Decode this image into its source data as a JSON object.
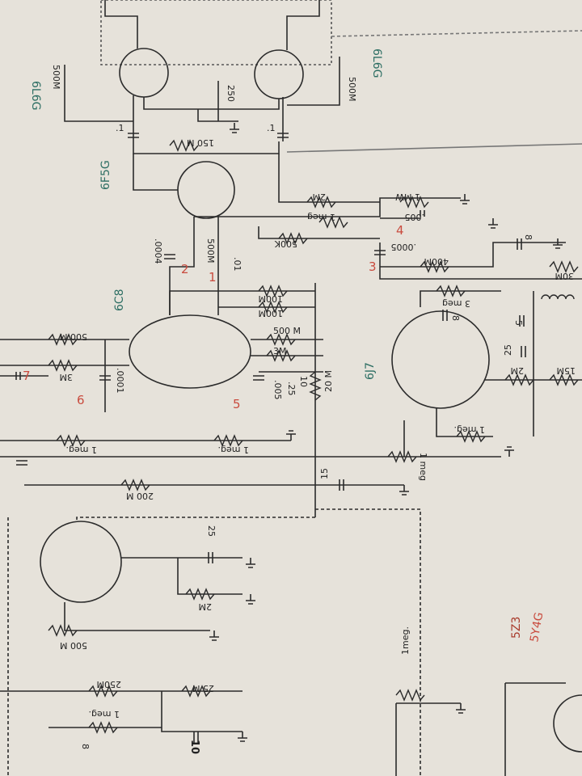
{
  "colors": {
    "paper": "#e8e5de",
    "ink": "#2b2b2b",
    "tube_label": "#2d6e63",
    "red_mark": "#c94b3e"
  },
  "tubes": {
    "t1": "6L6G",
    "t2": "6L6G",
    "driver": "6F5G",
    "phase": "6C8",
    "preamp": "6J7",
    "rect": "5Z3",
    "rect_alt": "5Y4G"
  },
  "components": {
    "r_top_left": "500M",
    "r_top_right": "500M",
    "r_250": "250",
    "r_150m": "150 M",
    "c_1a": ".1",
    "c_1b": ".1",
    "r_2m_a": "2M",
    "r_1mw": "1 MW",
    "r_1meg_a": "1 meg",
    "c_005": ".005",
    "r_500k": "500K",
    "c_0005": ".0005",
    "c_0004": ".0004",
    "r_500m_a": "500M",
    "c_01": ".01",
    "r_100m_a": "100M",
    "r_100m_b": "100M",
    "r_500m_b": "500 M",
    "r_3m": "3M",
    "r_500m_c": "500 M",
    "r_3m_b": "3M",
    "c_25a": ".25",
    "c_10": "10",
    "r_20m": "20 M",
    "c_0001": ".0001",
    "c_005b": ".005",
    "r_1meg_b": "1 meg.",
    "r_1meg_c": "1 meg.",
    "r_200m": "200 M",
    "c_15": "15",
    "r_400m": "400M",
    "r_3meg": "3 meg",
    "c_8a": "8",
    "c_8b": "8",
    "r_30m": "30M",
    "c_5": "5",
    "c_25b": "25",
    "r_2m_b": "2M",
    "r_15m": "15M",
    "r_1meg_d": "1 meg.",
    "r_1meg_e": "1 meg",
    "c_25c": "25",
    "r_2m_c": "2M",
    "r_500m_d": "500 M",
    "r_250m": "250M",
    "r_25m": "25 M",
    "r_1meg_f": "1 meg.",
    "c_10b": "10",
    "c_8c": "8",
    "r_1meg_g": "1meg."
  },
  "red_marks": {
    "m1": "1",
    "m2": "2",
    "m3": "3",
    "m4": "4",
    "m5": "5",
    "m6": "6",
    "m7": "7"
  }
}
